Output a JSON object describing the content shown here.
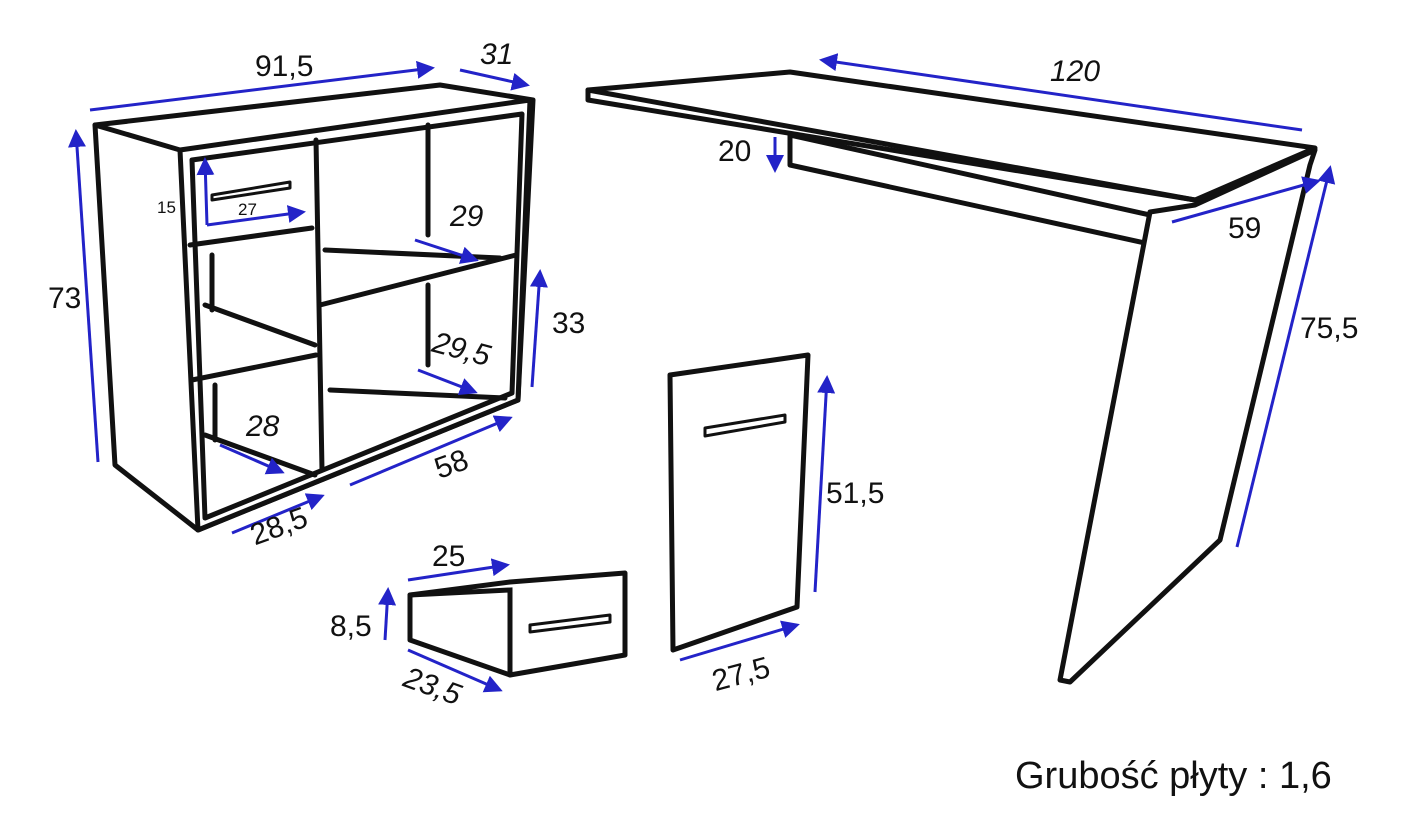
{
  "colors": {
    "outline": "#111111",
    "dimension": "#2323c8"
  },
  "cabinet": {
    "width": "91,5",
    "depth": "31",
    "height": "73",
    "drawer_height": "15",
    "drawer_width": "27",
    "shelf_top_right": "29",
    "right_height": "33",
    "shelf_mid_right": "29,5",
    "shelf_bottom_left": "28",
    "front_right": "58",
    "front_left": "28,5"
  },
  "desk": {
    "length": "120",
    "panel": "20",
    "depth": "59",
    "height": "75,5"
  },
  "drawer": {
    "width": "25",
    "height": "8,5",
    "depth": "23,5"
  },
  "door": {
    "height": "51,5",
    "width": "27,5"
  },
  "note": "Grubość płyty : 1,6"
}
